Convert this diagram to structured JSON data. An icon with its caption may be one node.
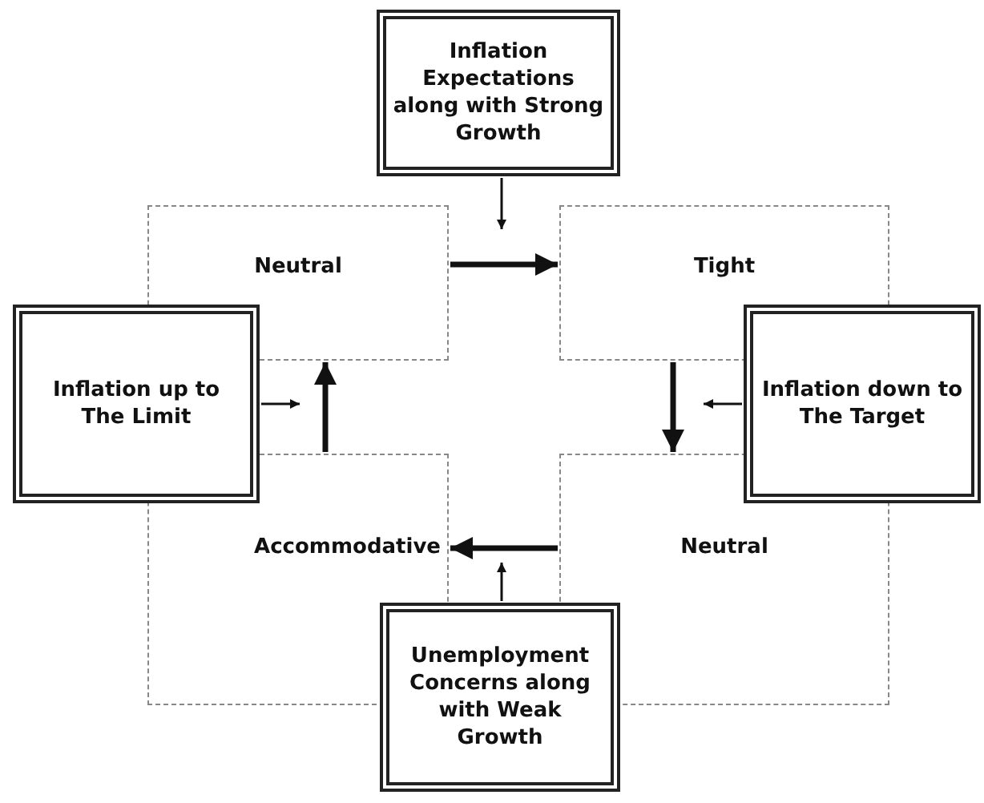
{
  "diagram": {
    "nodes": [
      {
        "text": [
          "Inflation Expectations along with Strong Growth"
        ]
      },
      {
        "text": [
          "Neutral"
        ]
      },
      {
        "text": [
          "Tight"
        ]
      },
      {
        "text": [
          "Inflation up to The Limit"
        ]
      },
      {
        "text": [
          "Inflation down to The Target"
        ]
      },
      {
        "text": [
          "Accommodative"
        ]
      },
      {
        "text": [
          "Neutral"
        ]
      },
      {
        "text": [
          "Unemployment Concerns along with Weak Growth"
        ]
      }
    ],
    "edges": [
      {
        "from": 0,
        "to": null,
        "arrow": "to"
      },
      {
        "from": 3,
        "to": null,
        "arrow": "to"
      },
      {
        "from": 4,
        "to": null,
        "arrow": "to"
      },
      {
        "from": 7,
        "to": null,
        "arrow": "to"
      },
      {
        "from": 1,
        "to": 2,
        "arrow": "to",
        "style": "thick"
      },
      {
        "from": 2,
        "to": 6,
        "arrow": "to",
        "style": "thick"
      },
      {
        "from": 6,
        "to": 5,
        "arrow": "to",
        "style": "thick"
      },
      {
        "from": 5,
        "to": 1,
        "arrow": "to",
        "style": "thick"
      }
    ]
  }
}
